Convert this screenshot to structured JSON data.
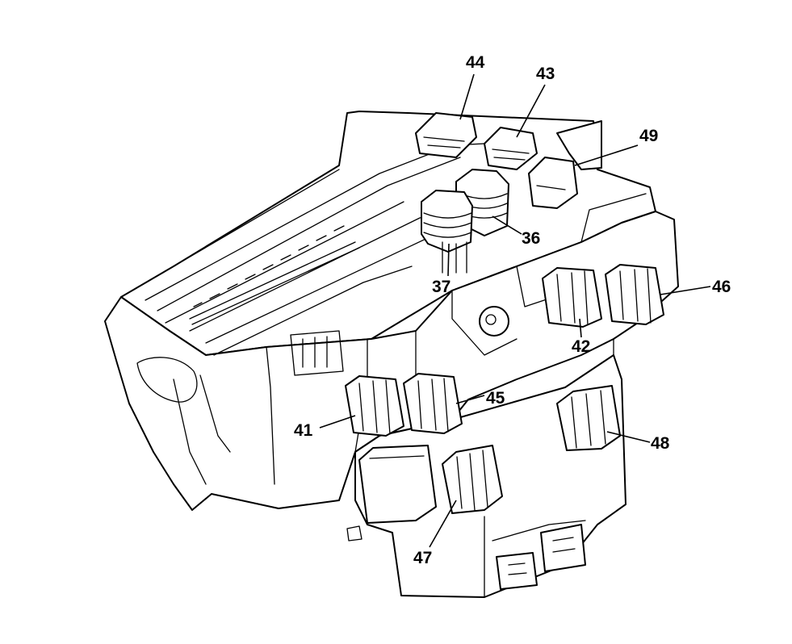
{
  "labels": {
    "l44": "44",
    "l43": "43",
    "l49": "49",
    "l36": "36",
    "l37": "37",
    "l46": "46",
    "l42": "42",
    "l45": "45",
    "l41": "41",
    "l48": "48",
    "l47": "47"
  }
}
